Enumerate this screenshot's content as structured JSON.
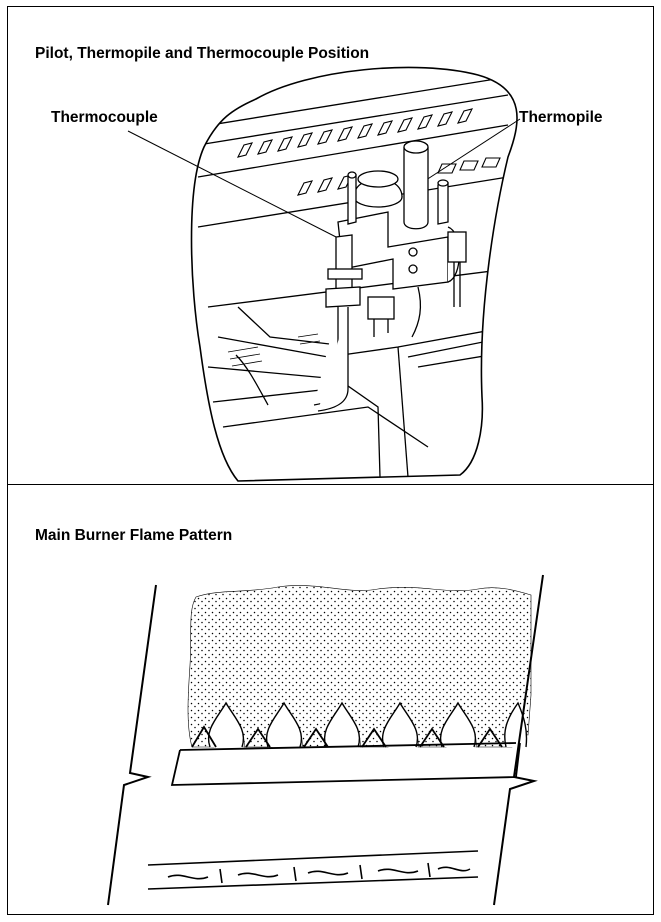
{
  "pilot_panel": {
    "title": "Pilot, Thermopile and Thermocouple Position",
    "callouts": {
      "thermocouple": "Thermocouple",
      "thermopile": "Thermopile"
    }
  },
  "burner_panel": {
    "title": "Main Burner Flame Pattern"
  },
  "colors": {
    "line": "#000000",
    "background": "#ffffff"
  }
}
